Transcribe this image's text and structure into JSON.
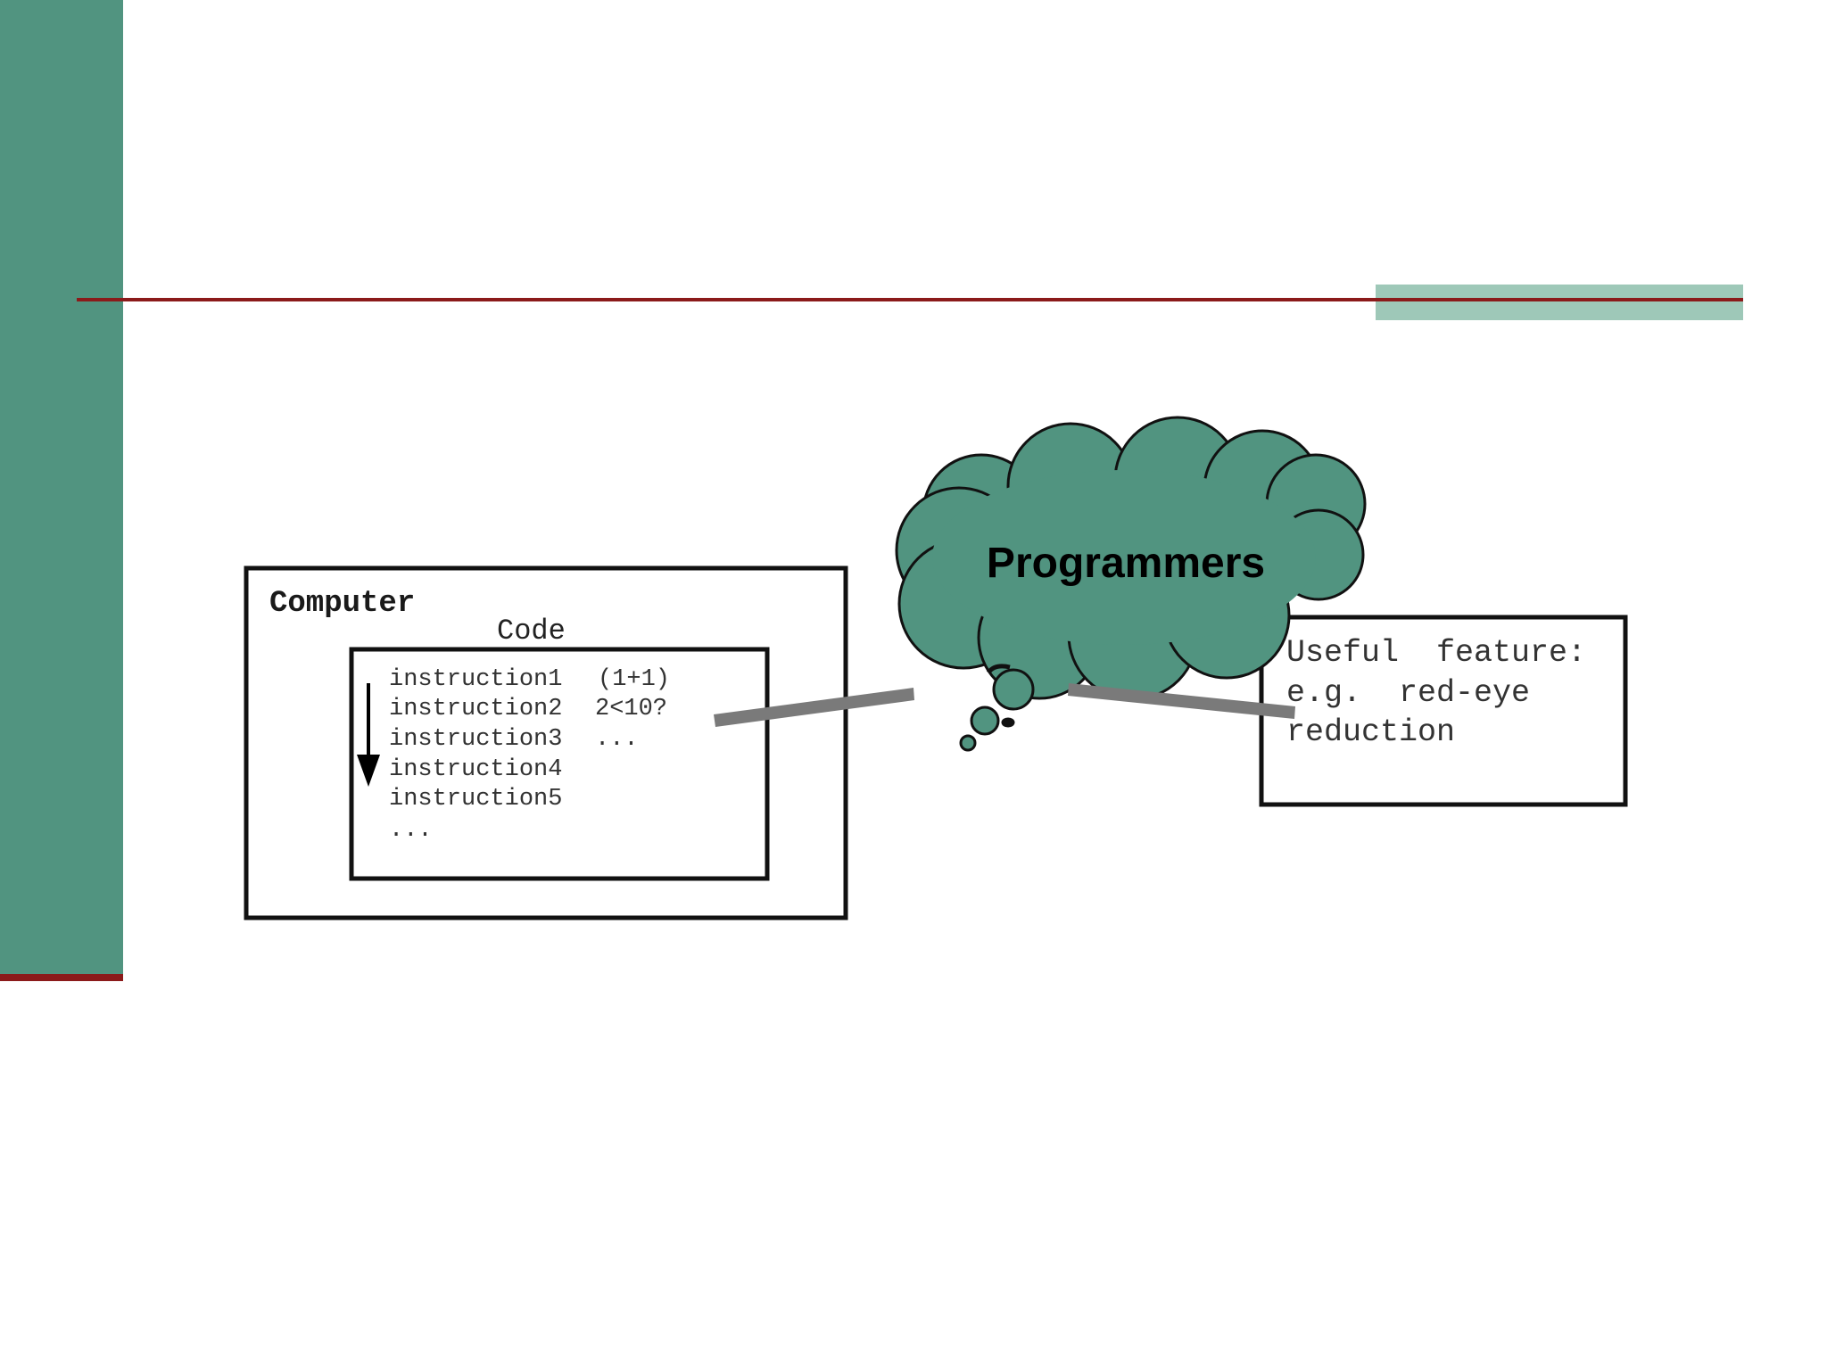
{
  "theme": {
    "sidebar_color": "#519480",
    "accent_red": "#8b1a1a",
    "accent_light_green": "#9ec8b8",
    "cloud_fill": "#519480",
    "connector_gray": "#7a7a7a"
  },
  "diagram": {
    "computer_box": {
      "title": "Computer",
      "code_label": "Code",
      "instructions": [
        {
          "instruction": "instruction1",
          "note": "(1+1)"
        },
        {
          "instruction": "instruction2",
          "note": "2<10?"
        },
        {
          "instruction": "instruction3",
          "note": "..."
        },
        {
          "instruction": "instruction4",
          "note": ""
        },
        {
          "instruction": "instruction5",
          "note": ""
        },
        {
          "instruction": "...",
          "note": ""
        }
      ]
    },
    "cloud": {
      "label": "Programmers"
    },
    "feature_box": {
      "lines": [
        "Useful  feature:",
        "e.g.  red-eye",
        "reduction"
      ]
    }
  }
}
